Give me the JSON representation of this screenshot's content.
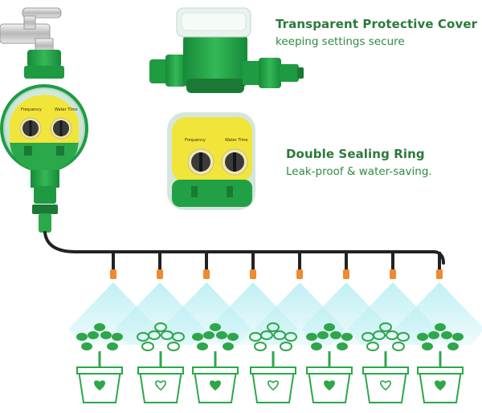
{
  "features": [
    {
      "title": "Transparent Protective Cover",
      "subtitle": "keeping settings secure"
    },
    {
      "title": "Double Sealing Ring",
      "subtitle": "Leak-proof & water-saving."
    }
  ],
  "dials": {
    "left_label": "Frequency",
    "right_label": "Water Time"
  },
  "colors": {
    "body_green": "#22a046",
    "dark_green": "#1a7a34",
    "face_yellow": "#f2e53a",
    "hose": "#222222",
    "nozzle": "#f08a2c",
    "mist": "#bfeff2",
    "plant": "#2ea64a"
  },
  "icons": [
    "faucet-icon",
    "timer-icon",
    "dial-icon",
    "sprinkler-icon",
    "plant-pot-icon",
    "heart-icon"
  ],
  "pots": {
    "count": 7,
    "heart_style": [
      "solid",
      "outline",
      "solid",
      "outline",
      "solid",
      "outline",
      "solid"
    ]
  }
}
